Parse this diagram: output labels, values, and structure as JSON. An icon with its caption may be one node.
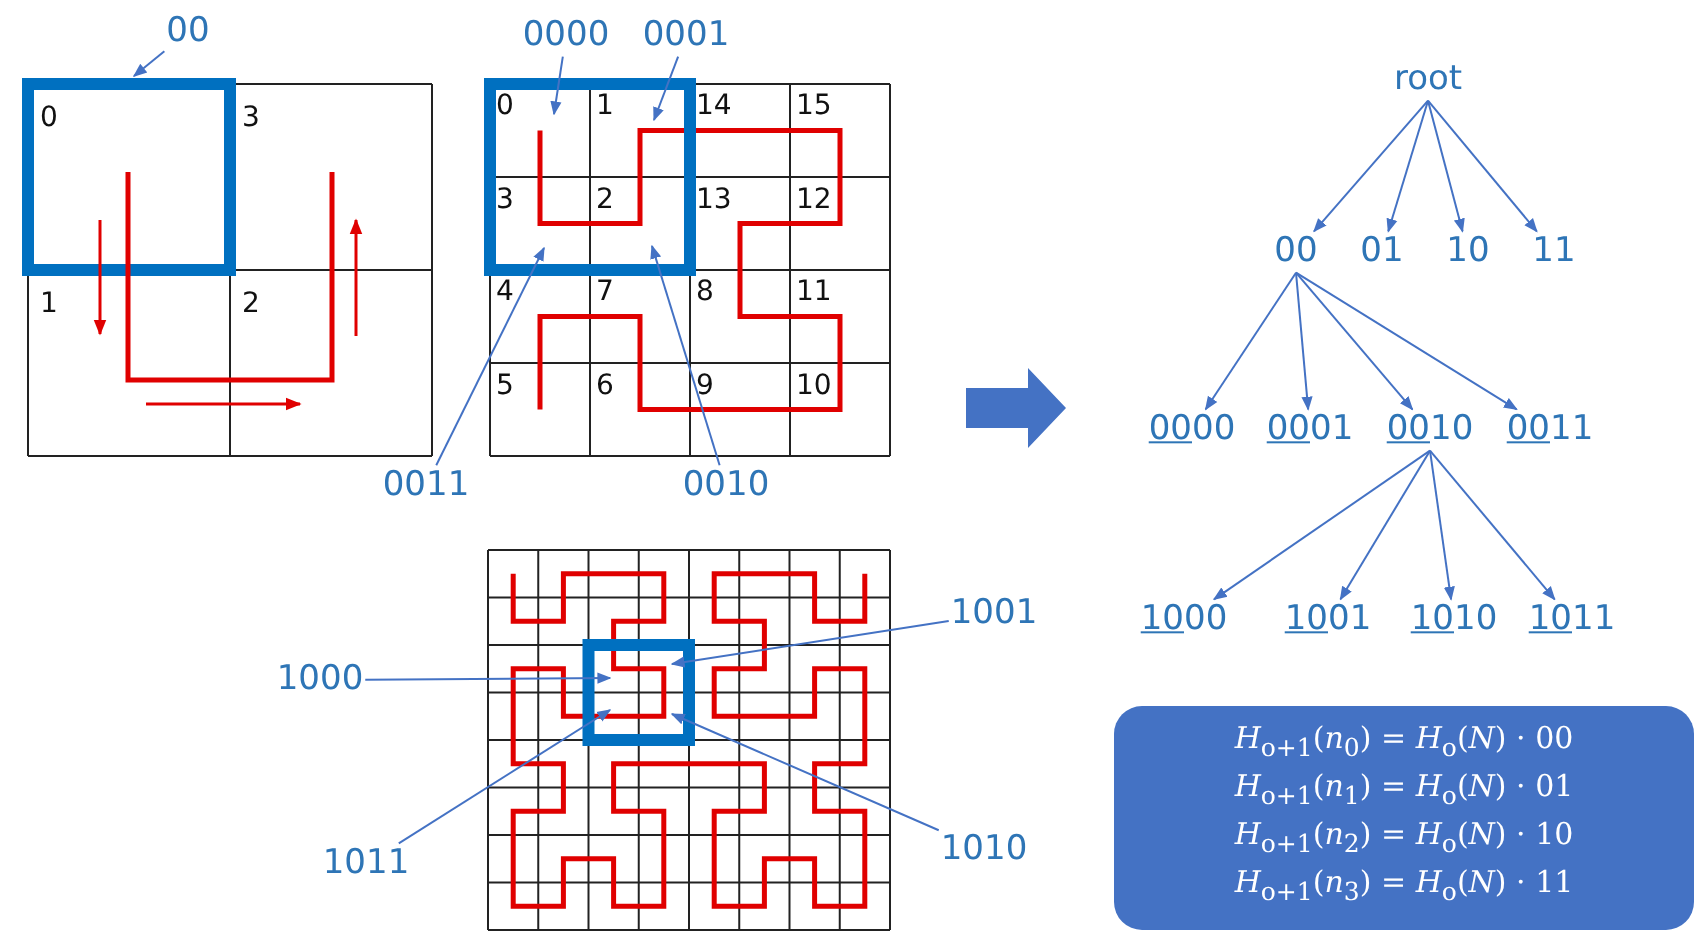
{
  "diagram": {
    "nodes": [
      {
        "text": [
          "root"
        ]
      },
      {
        "text": [
          "00"
        ]
      },
      {
        "text": [
          "01"
        ]
      },
      {
        "text": [
          "10"
        ]
      },
      {
        "text": [
          "11"
        ]
      },
      {
        "text": [
          "0000"
        ]
      },
      {
        "text": [
          "0001"
        ]
      },
      {
        "text": [
          "0010"
        ]
      },
      {
        "text": [
          "0011"
        ]
      },
      {
        "text": [
          "1000"
        ]
      },
      {
        "text": [
          "1001"
        ]
      },
      {
        "text": [
          "1010"
        ]
      },
      {
        "text": [
          "1011"
        ]
      },
      {
        "text": [
          "*H*$_{o+1}$(*n*$_{0}$) = *H*$_{o}$(*N*) · 00",
          "*H*$_{o+1}$(*n*$_{1}$) = *H*$_{o}$(*N*) · 01",
          "*H*$_{o+1}$(*n*$_{2}$) = *H*$_{o}$(*N*) · 10",
          "*H*$_{o+1}$(*n*$_{3}$) = *H*$_{o}$(*N*) · 11"
        ]
      },
      {
        "text": [
          "00"
        ]
      },
      {
        "text": [
          "0000"
        ]
      },
      {
        "text": [
          "0001"
        ]
      },
      {
        "text": [
          "0011"
        ]
      },
      {
        "text": [
          "0010"
        ]
      },
      {
        "text": [
          "1001"
        ]
      },
      {
        "text": [
          "1000"
        ]
      },
      {
        "text": [
          "1011"
        ]
      },
      {
        "text": [
          "1010"
        ]
      }
    ],
    "edges": [
      {
        "from": 0,
        "to": 1,
        "arrow": "to"
      },
      {
        "from": 0,
        "to": 2,
        "arrow": "to"
      },
      {
        "from": 0,
        "to": 3,
        "arrow": "to"
      },
      {
        "from": 0,
        "to": 4,
        "arrow": "to"
      },
      {
        "from": 1,
        "to": 5,
        "arrow": "to"
      },
      {
        "from": 1,
        "to": 6,
        "arrow": "to"
      },
      {
        "from": 1,
        "to": 7,
        "arrow": "to"
      },
      {
        "from": 1,
        "to": 8,
        "arrow": "to"
      },
      {
        "from": 7,
        "to": 9,
        "arrow": "to"
      },
      {
        "from": 7,
        "to": 10,
        "arrow": "to"
      },
      {
        "from": 7,
        "to": 11,
        "arrow": "to"
      },
      {
        "from": 7,
        "to": 12,
        "arrow": "to"
      },
      {
        "from": 14,
        "to": null,
        "arrow": "to"
      },
      {
        "from": 15,
        "to": null,
        "arrow": "to"
      },
      {
        "from": 16,
        "to": null,
        "arrow": "to"
      },
      {
        "from": 17,
        "to": null,
        "arrow": "to"
      },
      {
        "from": 18,
        "to": null,
        "arrow": "to"
      },
      {
        "from": 19,
        "to": null,
        "arrow": "to"
      },
      {
        "from": 20,
        "to": null,
        "arrow": "to"
      },
      {
        "from": 21,
        "to": null,
        "arrow": "to"
      },
      {
        "from": 22,
        "to": null,
        "arrow": "to"
      }
    ],
    "labels": [
      "0",
      "3",
      "1",
      "2",
      "0",
      "1",
      "14",
      "15",
      "3",
      "2",
      "13",
      "12",
      "4",
      "7",
      "8",
      "11",
      "5",
      "6",
      "9",
      "10"
    ]
  }
}
